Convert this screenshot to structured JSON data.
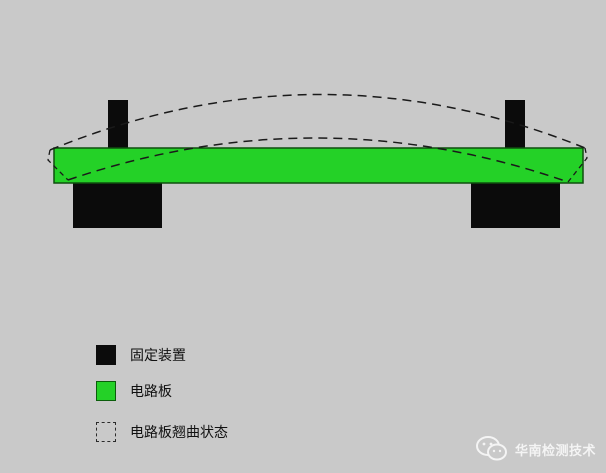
{
  "legend": {
    "fixture_label": "固定装置",
    "board_label": "电路板",
    "warp_label": "电路板翘曲状态"
  },
  "watermark": {
    "text": "华南检测技术",
    "icon": "wechat-icon"
  },
  "colors": {
    "background": "#c9c9c9",
    "board": "#24d127",
    "fixture": "#0b0b0b",
    "dashed_outline": "#2a2a2a"
  }
}
